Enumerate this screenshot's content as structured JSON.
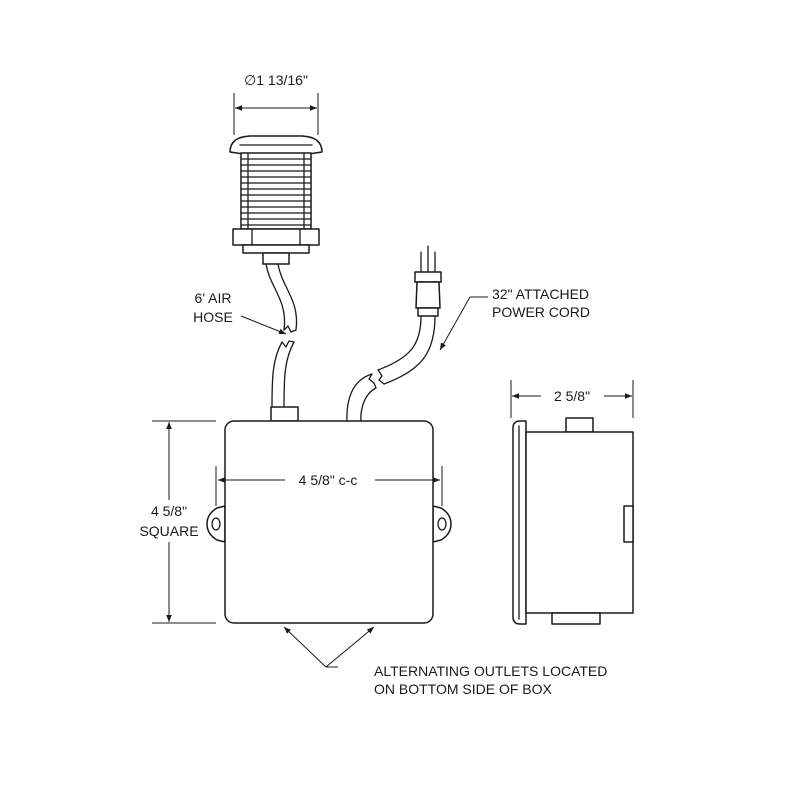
{
  "labels": {
    "button_diameter": "∅1 13/16\"",
    "air_hose_line1": "6' AIR",
    "air_hose_line2": "HOSE",
    "power_cord_line1": "32\" ATTACHED",
    "power_cord_line2": "POWER CORD",
    "mount_spacing": "4 5/8\" c-c",
    "box_size_line1": "4 5/8\"",
    "box_size_line2": "SQUARE",
    "box_depth": "2 5/8\"",
    "outlets_line1": "ALTERNATING OUTLETS LOCATED",
    "outlets_line2": "ON BOTTOM SIDE OF BOX"
  },
  "colors": {
    "ink": "#1a1a1a",
    "background": "#ffffff"
  }
}
